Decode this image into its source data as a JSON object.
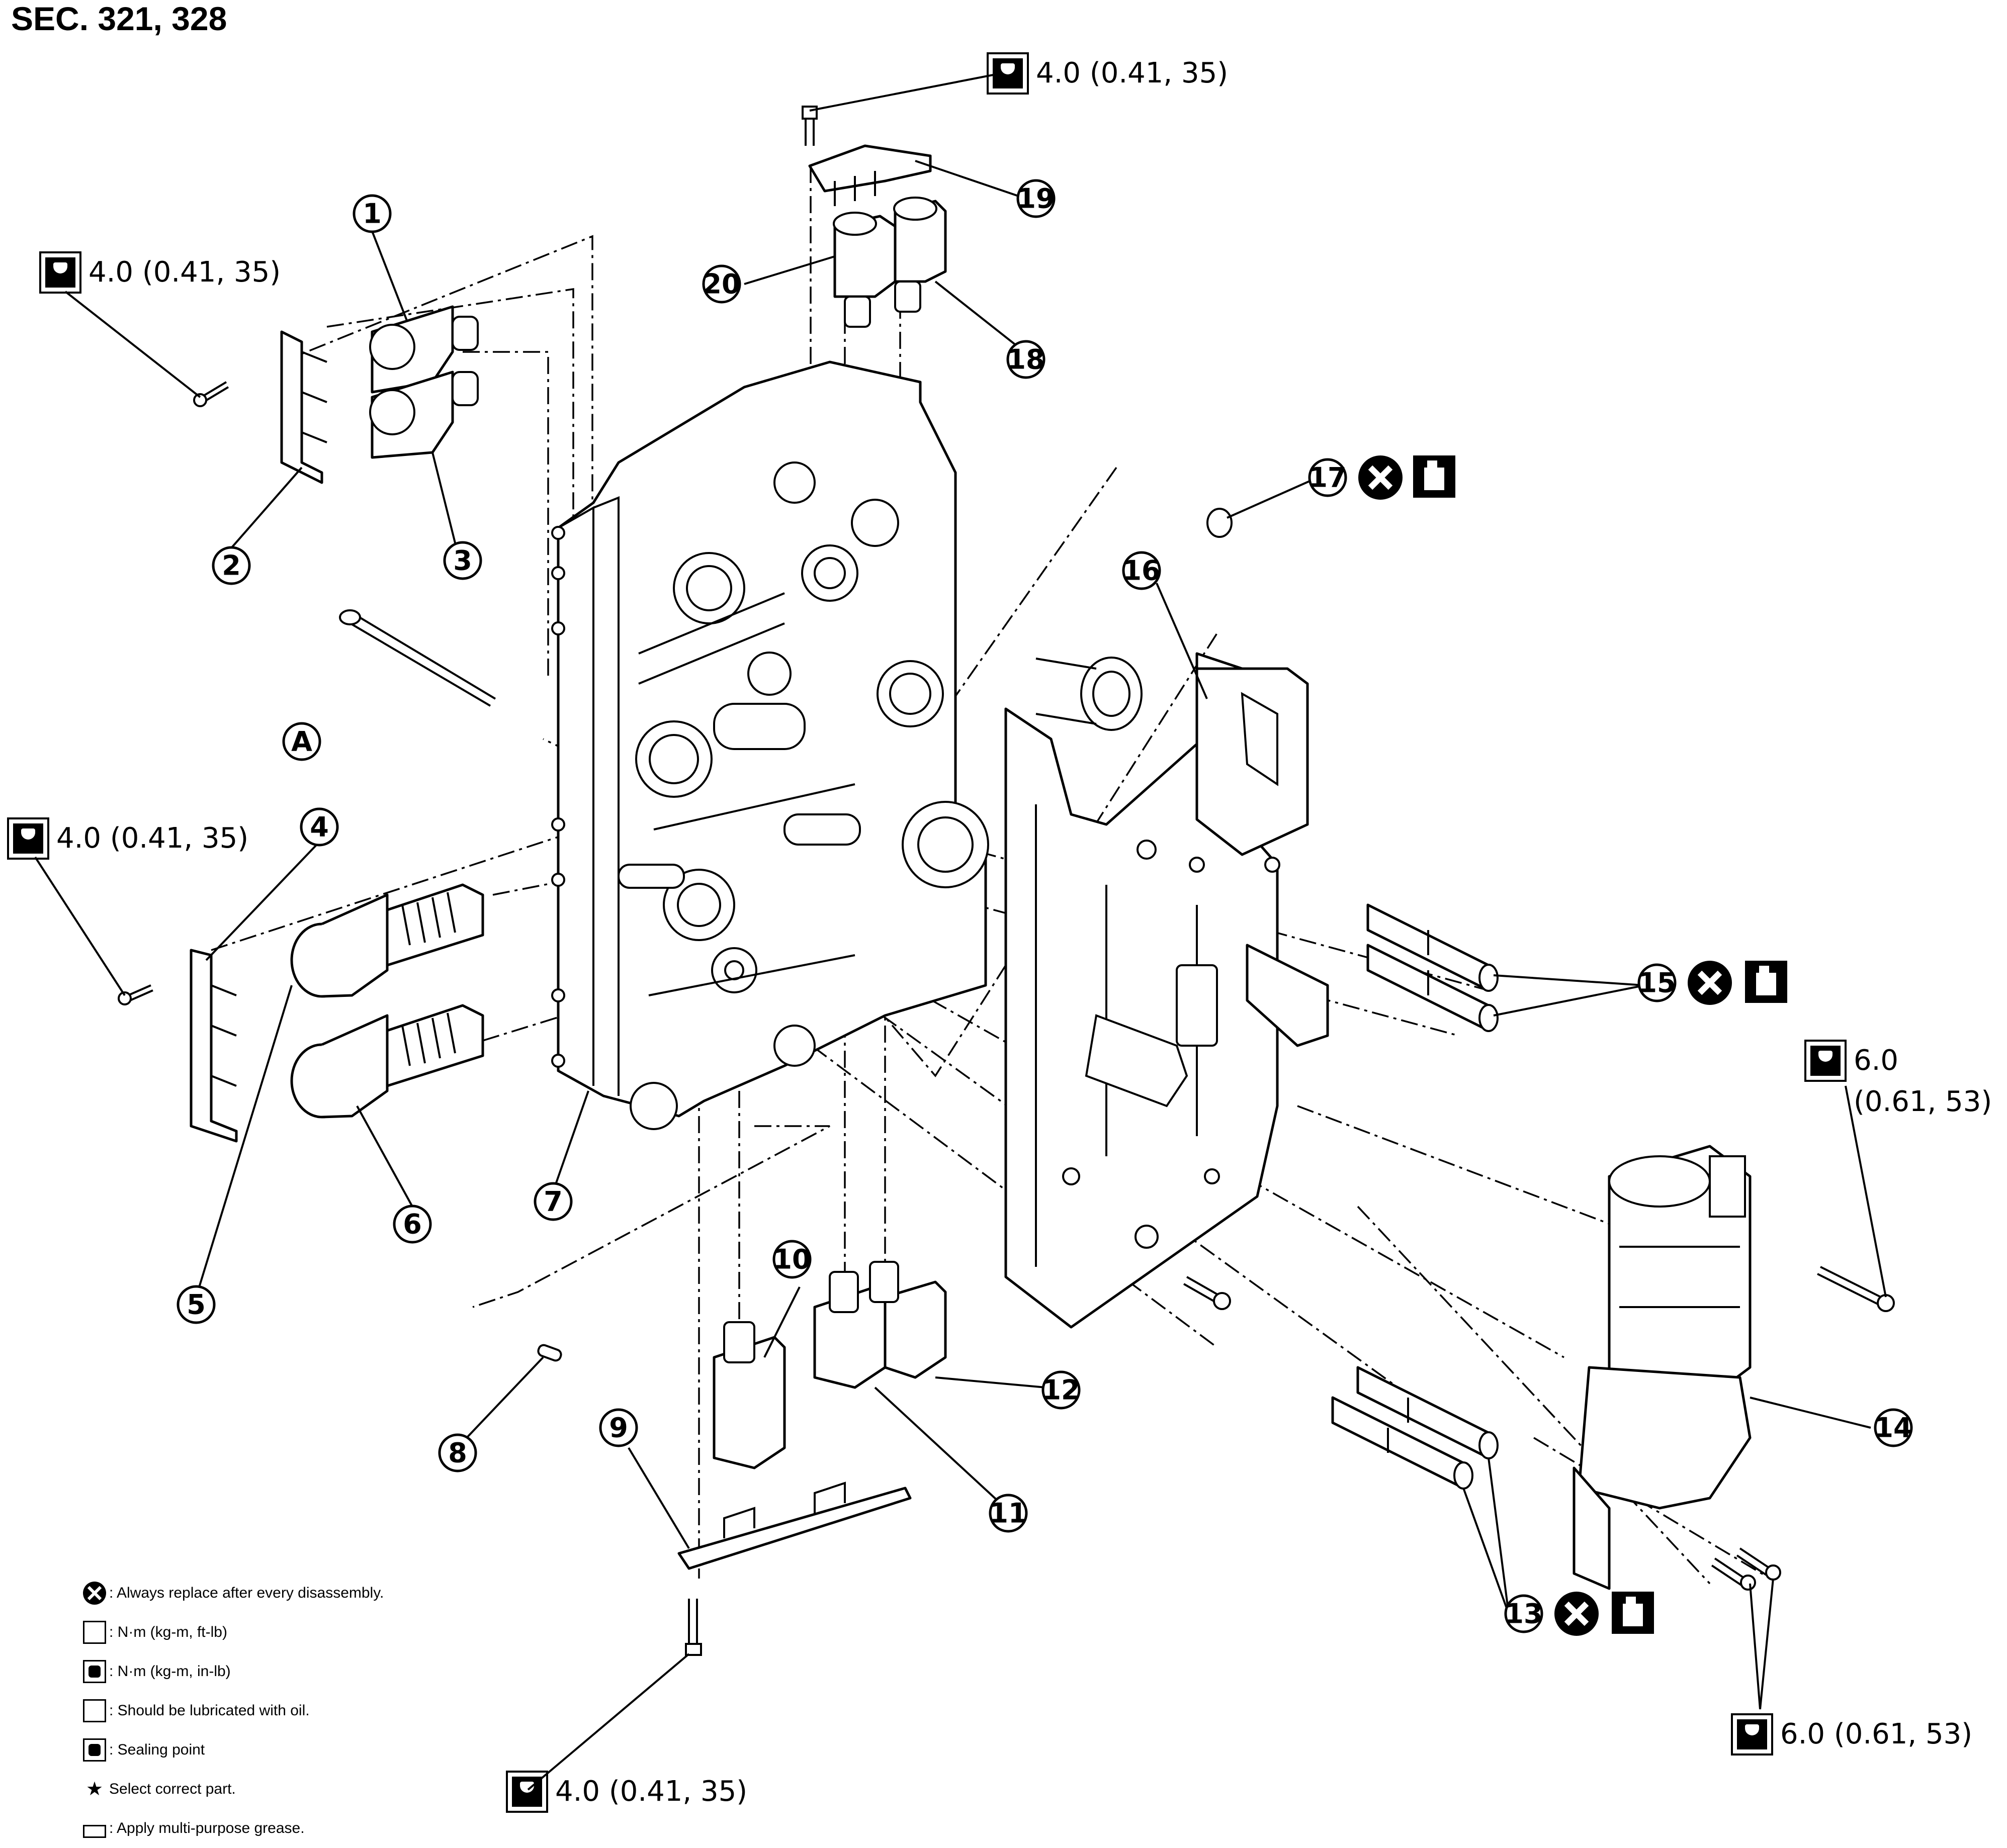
{
  "title": "SEC. 321, 328",
  "torque_labels": {
    "top": "4.0 (0.41, 35)",
    "upper_left": "4.0 (0.41, 35)",
    "mid_left": "4.0 (0.41, 35)",
    "bottom": "4.0 (0.41, 35)",
    "right_line1": "6.0",
    "right_line2": "(0.61, 53)",
    "bottom_right": "6.0 (0.61, 53)"
  },
  "callouts": {
    "c1": "1",
    "c2": "2",
    "c3": "3",
    "c4": "4",
    "c5": "5",
    "c6": "6",
    "c7": "7",
    "c8": "8",
    "c9": "9",
    "c10": "10",
    "c11": "11",
    "c12": "12",
    "c13": "13",
    "c14": "14",
    "c15": "15",
    "c16": "16",
    "c17": "17",
    "c18": "18",
    "c19": "19",
    "c20": "20",
    "cA": "A"
  },
  "legend": {
    "replace": ": Always replace after every disassembly.",
    "nm_ft": ": N·m (kg-m, ft-lb)",
    "nm_in": ": N·m (kg-m, in-lb)",
    "oil": ": Should be lubricated with oil.",
    "seal": ": Sealing point",
    "select": "Select correct part.",
    "grease": ": Apply multi-purpose grease."
  }
}
